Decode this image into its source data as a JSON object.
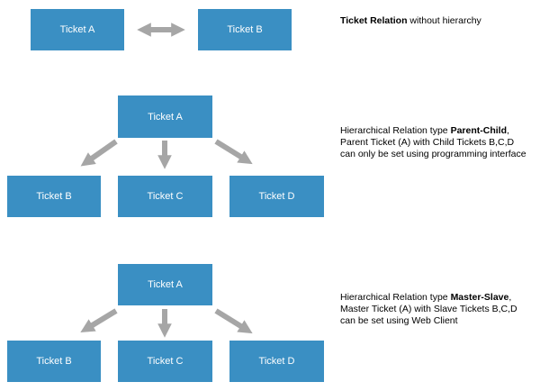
{
  "colors": {
    "box": "#3a8fc3",
    "box_text": "#ffffff",
    "arrow": "#a6a6a6"
  },
  "section1": {
    "box_a": "Ticket A",
    "box_b": "Ticket B",
    "caption_bold": "Ticket Relation",
    "caption_rest": " without hierarchy"
  },
  "section2": {
    "parent": "Ticket A",
    "children": [
      "Ticket B",
      "Ticket C",
      "Ticket D"
    ],
    "caption_line1_pre": "Hierarchical Relation type ",
    "caption_line1_bold": "Parent-Child",
    "caption_line1_post": ",",
    "caption_line2": "Parent Ticket (A) with Child Tickets B,C,D",
    "caption_line3": "can only be set using programming interface"
  },
  "section3": {
    "parent": "Ticket A",
    "children": [
      "Ticket B",
      "Ticket C",
      "Ticket D"
    ],
    "caption_line1_pre": "Hierarchical Relation type ",
    "caption_line1_bold": "Master-Slave",
    "caption_line1_post": ",",
    "caption_line2": "Master Ticket (A) with Slave Tickets B,C,D",
    "caption_line3": "can be set using Web Client"
  }
}
